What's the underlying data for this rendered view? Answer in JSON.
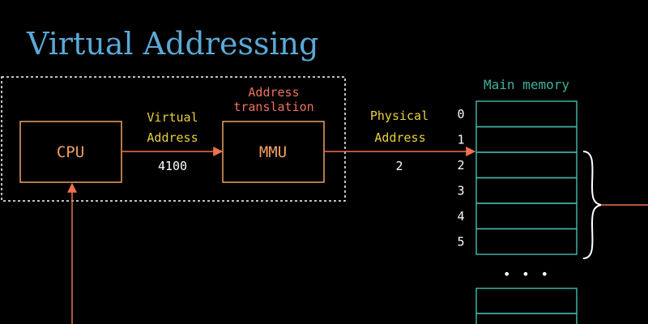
{
  "title": "Virtual Addressing",
  "colors": {
    "background": "#000000",
    "title": "#5aa9d6",
    "box": "#f0a060",
    "arrow": "#f07050",
    "label_yellow": "#e8d040",
    "label_red": "#f07060",
    "memory": "#40b0a0",
    "white": "#ffffff",
    "dashed": "#ffffff"
  },
  "cpu": {
    "label": "CPU"
  },
  "mmu": {
    "label": "MMU"
  },
  "virtual_address": {
    "line1": "Virtual",
    "line2": "Address",
    "value": "4100"
  },
  "address_translation": {
    "line1": "Address",
    "line2": "translation"
  },
  "physical_address": {
    "line1": "Physical",
    "line2": "Address",
    "value": "2"
  },
  "main_memory": {
    "label": "Main memory",
    "row_indices": [
      "0",
      "1",
      "2",
      "3",
      "4",
      "5"
    ],
    "ellipsis": "• • •"
  }
}
